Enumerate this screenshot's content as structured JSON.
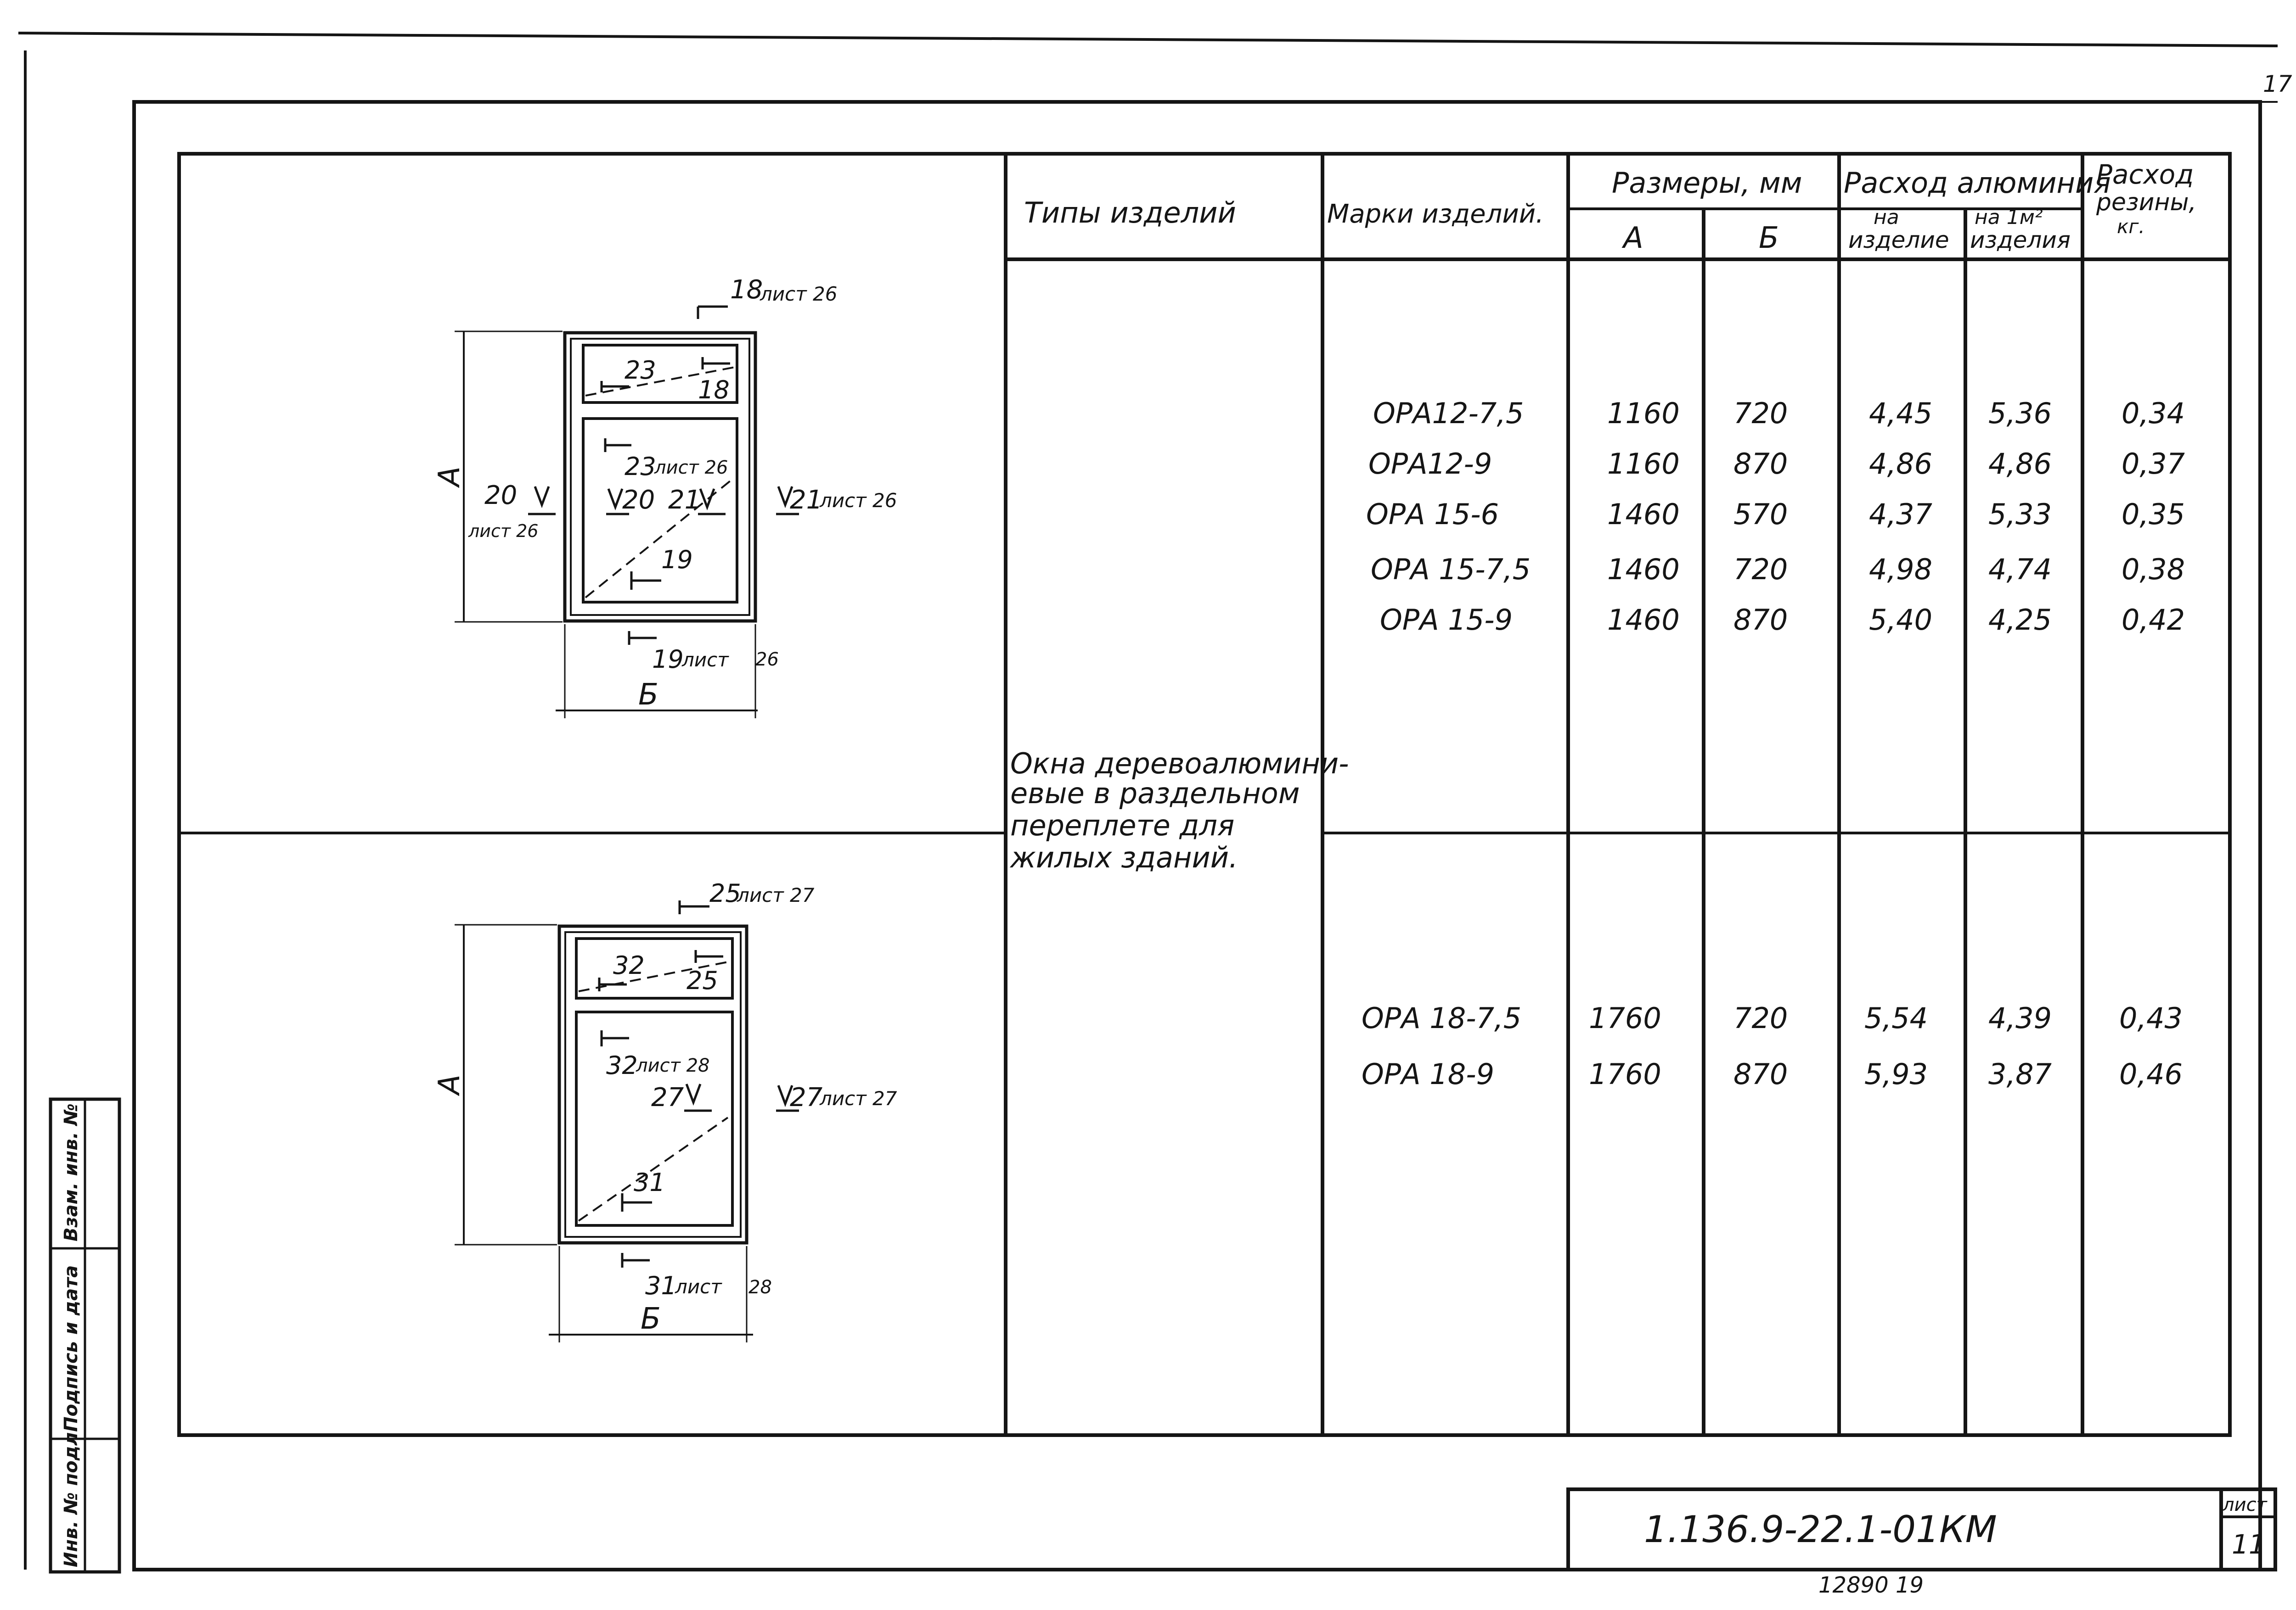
{
  "sheet_number_top": "17",
  "table": {
    "headers": {
      "type": "Типы изделий",
      "mark": "Марки изделий.",
      "size_group": "Размеры, мм",
      "size_a": "А",
      "size_b": "Б",
      "alu_group": "Расход алюминия",
      "alu_per_item_1": "на",
      "alu_per_item_2": "изделие",
      "alu_per_m2_1": "на 1м²",
      "alu_per_m2_2": "изделия",
      "rubber_1": "Расход",
      "rubber_2": "резины,",
      "rubber_3": "кг."
    },
    "type_description": [
      "Окна деревоалюмини-",
      "евые в раздельном",
      "переплете для",
      "жилых зданий."
    ],
    "rows": [
      {
        "mark": "ОРА12-7,5",
        "a": "1160",
        "b": "720",
        "alu_item": "4,45",
        "alu_m2": "5,36",
        "rubber": "0,34"
      },
      {
        "mark": "ОРА12-9",
        "a": "1160",
        "b": "870",
        "alu_item": "4,86",
        "alu_m2": "4,86",
        "rubber": "0,37"
      },
      {
        "mark": "ОРА 15-6",
        "a": "1460",
        "b": "570",
        "alu_item": "4,37",
        "alu_m2": "5,33",
        "rubber": "0,35"
      },
      {
        "mark": "ОРА 15-7,5",
        "a": "1460",
        "b": "720",
        "alu_item": "4,98",
        "alu_m2": "4,74",
        "rubber": "0,38"
      },
      {
        "mark": "ОРА 15-9",
        "a": "1460",
        "b": "870",
        "alu_item": "5,40",
        "alu_m2": "4,25",
        "rubber": "0,42"
      },
      {
        "mark": "ОРА 18-7,5",
        "a": "1760",
        "b": "720",
        "alu_item": "5,54",
        "alu_m2": "4,39",
        "rubber": "0,43"
      },
      {
        "mark": "ОРА 18-9",
        "a": "1760",
        "b": "870",
        "alu_item": "5,93",
        "alu_m2": "3,87",
        "rubber": "0,46"
      }
    ]
  },
  "drawing1": {
    "dim_a": "А",
    "dim_b": "Б",
    "n18": "18",
    "s18": "лист 26",
    "n23": "23",
    "n18b": "18",
    "n23s": "23",
    "s23": "лист 26",
    "n20": "20",
    "s20": "лист 26",
    "n20b": "20",
    "n21b": "21",
    "n21": "21",
    "s21": "лист 26",
    "n19": "19",
    "n19s": "19",
    "s19": "лист",
    "s19n": "26"
  },
  "drawing2": {
    "dim_a": "А",
    "dim_b": "Б",
    "n25": "25",
    "s25": "лист 27",
    "n32": "32",
    "n25b": "25",
    "n32s": "32",
    "s32": "лист 28",
    "n27b": "27",
    "n27": "27",
    "s27": "лист 27",
    "n31": "31",
    "n31s": "31",
    "s31": "лист",
    "s31n": "28"
  },
  "stamp": {
    "code": "1.136.9-22.1-01КМ",
    "sheet_label": "лист",
    "sheet_no": "11",
    "inventory": "12890 19"
  },
  "side_stamp": {
    "f1": "Инв. № подл.",
    "f2": "Подпись и дата",
    "f3": "Взам. инв. №"
  }
}
